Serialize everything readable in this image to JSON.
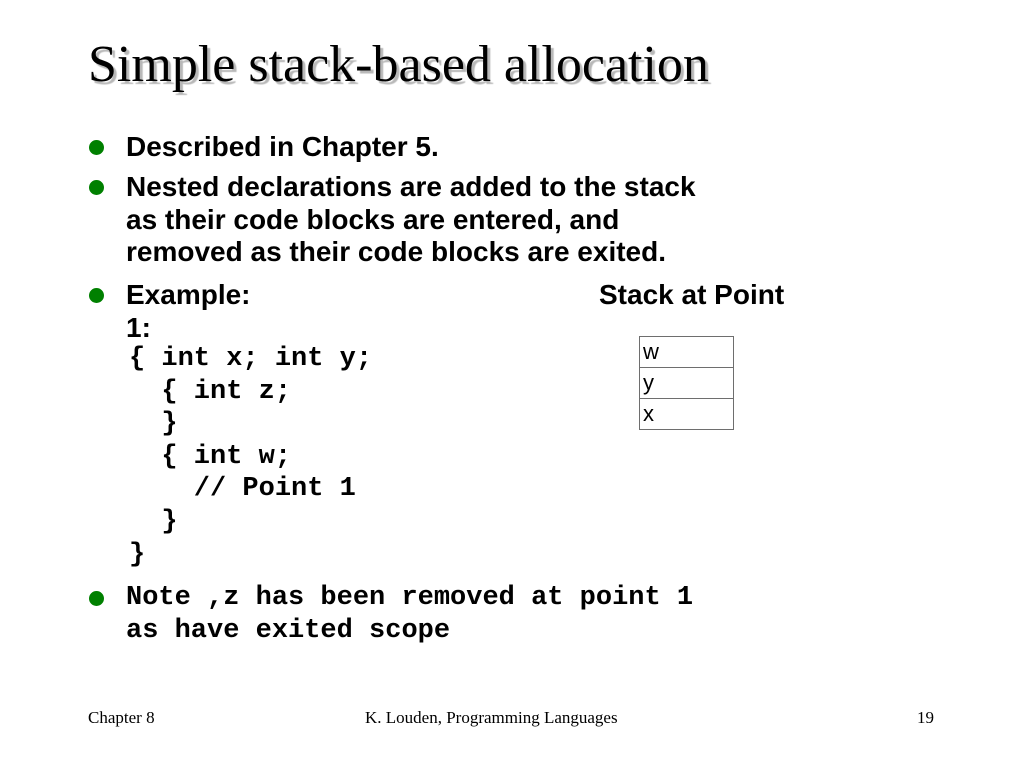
{
  "title": "Simple stack-based allocation",
  "bullets": [
    {
      "lines": [
        "Described in Chapter 5."
      ]
    },
    {
      "lines": [
        "Nested declarations are added to the stack",
        "as their code blocks are entered, and",
        "removed as their code blocks are exited."
      ]
    },
    {
      "label": "Example:",
      "aside": "Stack at Point",
      "continuation": "1:"
    },
    {
      "lines": [
        "Note ,z has been removed at point 1",
        "as have exited scope"
      ]
    }
  ],
  "code": [
    "{ int x; int y;",
    "  { int z;",
    "  }",
    "  { int w;",
    "    // Point 1",
    "  }",
    "}"
  ],
  "stack": [
    "w",
    "y",
    "x"
  ],
  "footer": {
    "left": "Chapter 8",
    "center": "K. Louden, Programming Languages",
    "right": "19"
  },
  "colors": {
    "bullet": "#008000"
  }
}
